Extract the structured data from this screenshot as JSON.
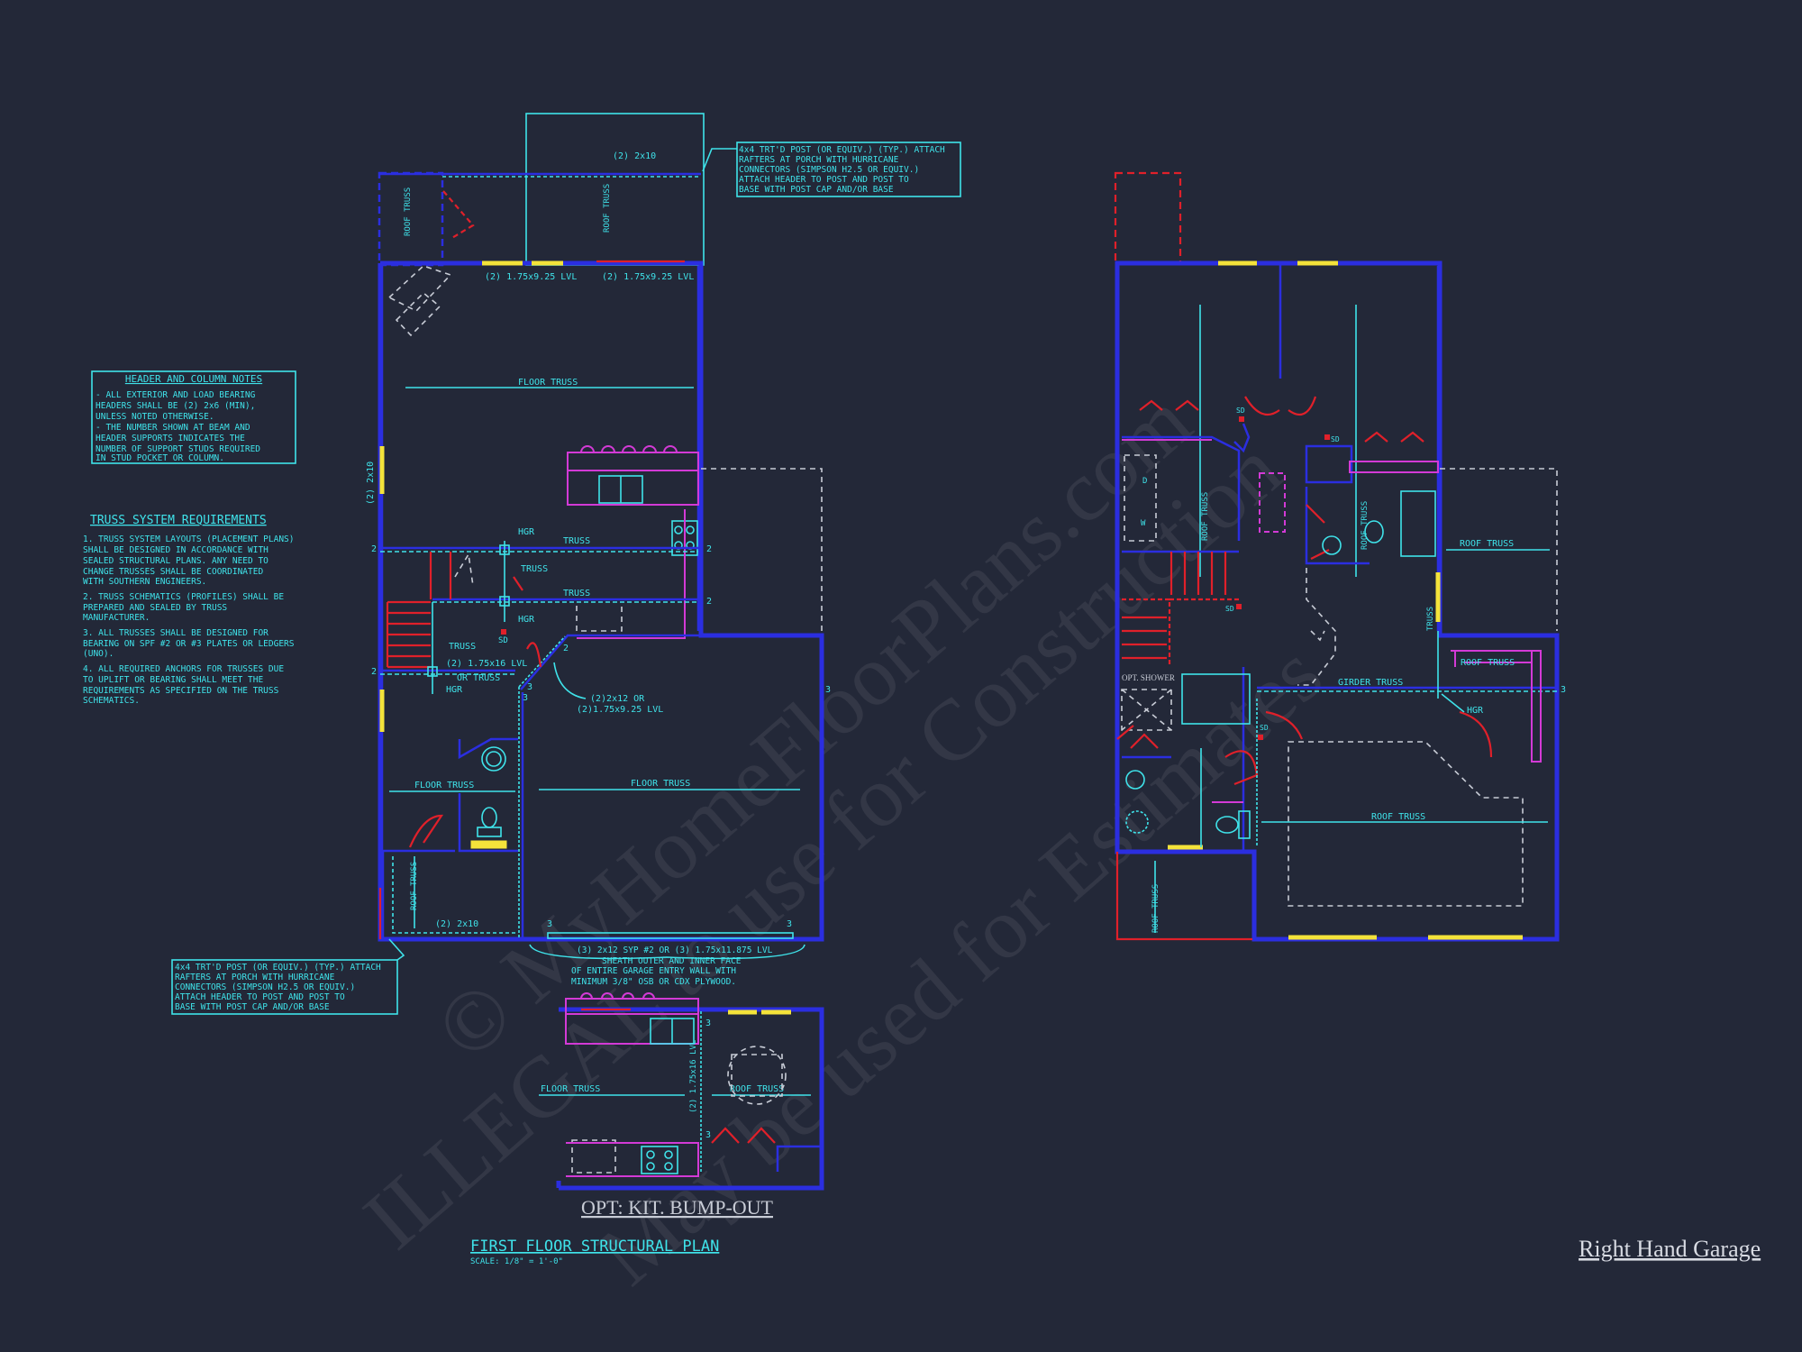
{
  "notes": {
    "header_column": {
      "title": "HEADER AND COLUMN NOTES",
      "lines": [
        "- ALL EXTERIOR AND LOAD BEARING",
        "HEADERS SHALL BE (2) 2x6 (MIN),",
        "UNLESS NOTED OTHERWISE.",
        "- THE NUMBER SHOWN AT BEAM AND",
        "HEADER SUPPORTS INDICATES THE",
        "NUMBER OF SUPPORT STUDS REQUIRED",
        "IN STUD POCKET OR COLUMN."
      ]
    },
    "truss_system": {
      "title": "TRUSS SYSTEM REQUIREMENTS",
      "lines": [
        "1. TRUSS SYSTEM LAYOUTS (PLACEMENT PLANS)",
        "SHALL BE DESIGNED IN ACCORDANCE WITH",
        "SEALED STRUCTURAL PLANS. ANY NEED TO",
        "CHANGE TRUSSES SHALL BE COORDINATED",
        "WITH SOUTHERN ENGINEERS.",
        "2. TRUSS SCHEMATICS (PROFILES) SHALL BE",
        "PREPARED AND SEALED BY TRUSS",
        "MANUFACTURER.",
        "3. ALL TRUSSES SHALL BE DESIGNED FOR",
        "BEARING ON SPF #2 OR #3 PLATES OR LEDGERS",
        "(UNO).",
        "4. ALL REQUIRED ANCHORS FOR TRUSSES DUE",
        "TO UPLIFT OR BEARING SHALL MEET THE",
        "REQUIREMENTS AS SPECIFIED ON THE TRUSS",
        "SCHEMATICS."
      ]
    },
    "porch_post_top": {
      "lines": [
        "4x4 TRT'D POST (OR EQUIV.) (TYP.) ATTACH",
        "RAFTERS AT PORCH WITH HURRICANE",
        "CONNECTORS (SIMPSON H2.5 OR EQUIV.)",
        "ATTACH HEADER TO POST AND POST TO",
        "BASE WITH POST CAP AND/OR BASE"
      ]
    },
    "porch_post_bottom": {
      "lines": [
        "4x4 TRT'D POST (OR EQUIV.) (TYP.) ATTACH",
        "RAFTERS AT PORCH WITH HURRICANE",
        "CONNECTORS (SIMPSON H2.5 OR EQUIV.)",
        "ATTACH HEADER TO POST AND POST TO",
        "BASE WITH POST CAP AND/OR BASE"
      ]
    },
    "garage_wall": {
      "lines": [
        "(3) 2x12 SYP #2 OR (3) 1.75x11.875 LVL",
        "SHEATH OUTER AND INNER FACE",
        "OF ENTIRE GARAGE ENTRY WALL WITH",
        "MINIMUM 3/8\" OSB OR CDX PLYWOOD."
      ]
    }
  },
  "labels": {
    "porch_header_2x10": "(2) 2x10",
    "lvl_left": "(2) 1.75x9.25 LVL",
    "lvl_right": "(2) 1.75x9.25 LVL",
    "roof_truss": "ROOF TRUSS",
    "floor_truss": "FLOOR TRUSS",
    "truss": "TRUSS",
    "hgr": "HGR",
    "sd": "SD",
    "lvl_1_75x16": "(2) 1.75x16 LVL",
    "or_truss": "OR TRUSS",
    "beam_2x12": "(2)2x12 OR",
    "beam_lvl": "(2)1.75x9.25 LVL",
    "left_header_2x10": "(2) 2x10",
    "bottom_header_2x10": "(2) 2x10",
    "bump_lvl": "(2) 1.75x16 LVL",
    "girder_truss": "GIRDER TRUSS",
    "opt_shower": "OPT. SHOWER",
    "w": "W",
    "d": "D"
  },
  "titles": {
    "option_kitchen": "OPT: KIT. BUMP-OUT",
    "plan_title": "FIRST FLOOR STRUCTURAL PLAN",
    "scale": "SCALE: 1/8\" = 1'-0\"",
    "garage_side": "Right Hand Garage"
  },
  "stud_counts": [
    "2",
    "2",
    "2",
    "2",
    "2",
    "3",
    "3",
    "3",
    "3",
    "3",
    "3",
    "3",
    "3"
  ],
  "watermark": {
    "line1": "ILLEGAL to use for Construction",
    "line2": "© MyHomeFloorPlans.com",
    "line3": "May be used for Estimates"
  },
  "colors": {
    "background": "#232838",
    "wall": "#2b2ee0",
    "annotation": "#3fe3ea",
    "fixture": "#d33ad6",
    "door": "#e0202a",
    "window": "#f4e33a"
  }
}
